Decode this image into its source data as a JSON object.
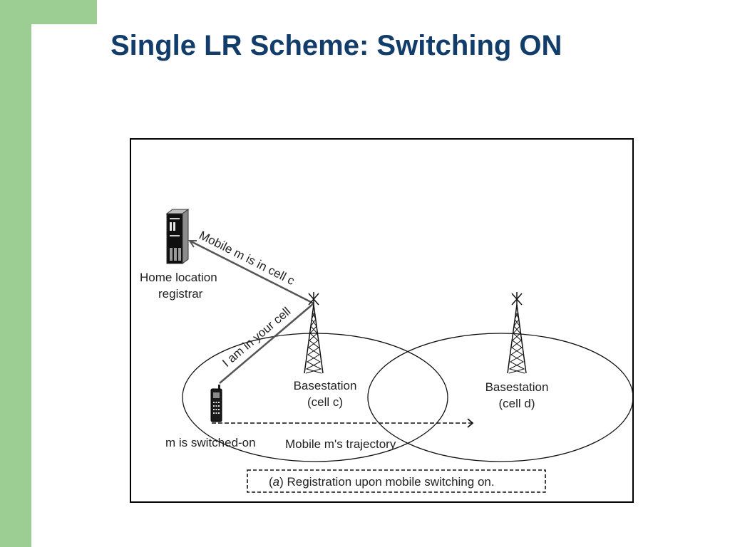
{
  "slide": {
    "title": "Single LR Scheme: Switching ON",
    "accent_color": "#9ccd93",
    "title_color": "#123c6a"
  },
  "diagram": {
    "hlr": {
      "label_line1": "Home location",
      "label_line2": "registrar",
      "icon": "server-icon"
    },
    "msg_hlr": "Mobile m is in cell c",
    "msg_cell": "I am in your cell",
    "bs_c": {
      "label_line1": "Basestation",
      "label_line2": "(cell c)",
      "icon": "antenna-tower-icon"
    },
    "bs_d": {
      "label_line1": "Basestation",
      "label_line2": "(cell d)",
      "icon": "antenna-tower-icon"
    },
    "mobile": {
      "label": "m is switched-on",
      "icon": "mobile-phone-icon"
    },
    "trajectory": "Mobile m's trajectory",
    "caption_prefix": "(",
    "caption_letter": "a",
    "caption_text": ") Registration upon mobile switching on."
  }
}
